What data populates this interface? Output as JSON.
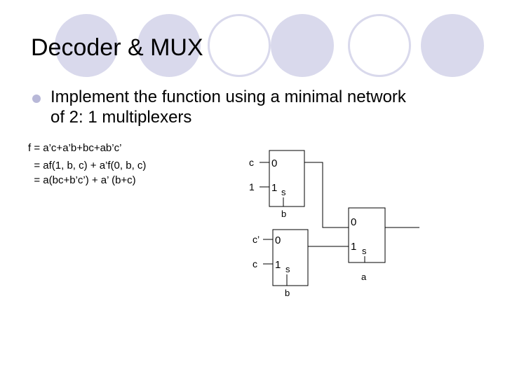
{
  "slide": {
    "title": "Decoder & MUX",
    "bullet": {
      "icon": "bullet-dot-icon",
      "lines": [
        "Implement the function using a minimal network",
        "of 2: 1 multiplexers"
      ]
    },
    "formulas": [
      "f = a’c+a’b+bc+ab’c’",
      "  = af(1, b, c) + a’f(0, b, c)",
      "  = a(bc+b’c’) + a’ (b+c)"
    ]
  },
  "circuit": {
    "mux_top": {
      "inputs": [
        "c",
        "1"
      ],
      "pin_labels": [
        "0",
        "1"
      ],
      "select_pin": "s",
      "select": "b"
    },
    "mux_bottom": {
      "inputs": [
        "c’",
        "c"
      ],
      "pin_labels": [
        "0",
        "1"
      ],
      "select_pin": "s",
      "select": "b"
    },
    "mux_final": {
      "pin_labels": [
        "0",
        "1"
      ],
      "select_pin": "s",
      "select": "a"
    }
  },
  "colors": {
    "decoration": "#d9d9ec",
    "bullet": "#b8b8d8",
    "text": "#000000"
  }
}
